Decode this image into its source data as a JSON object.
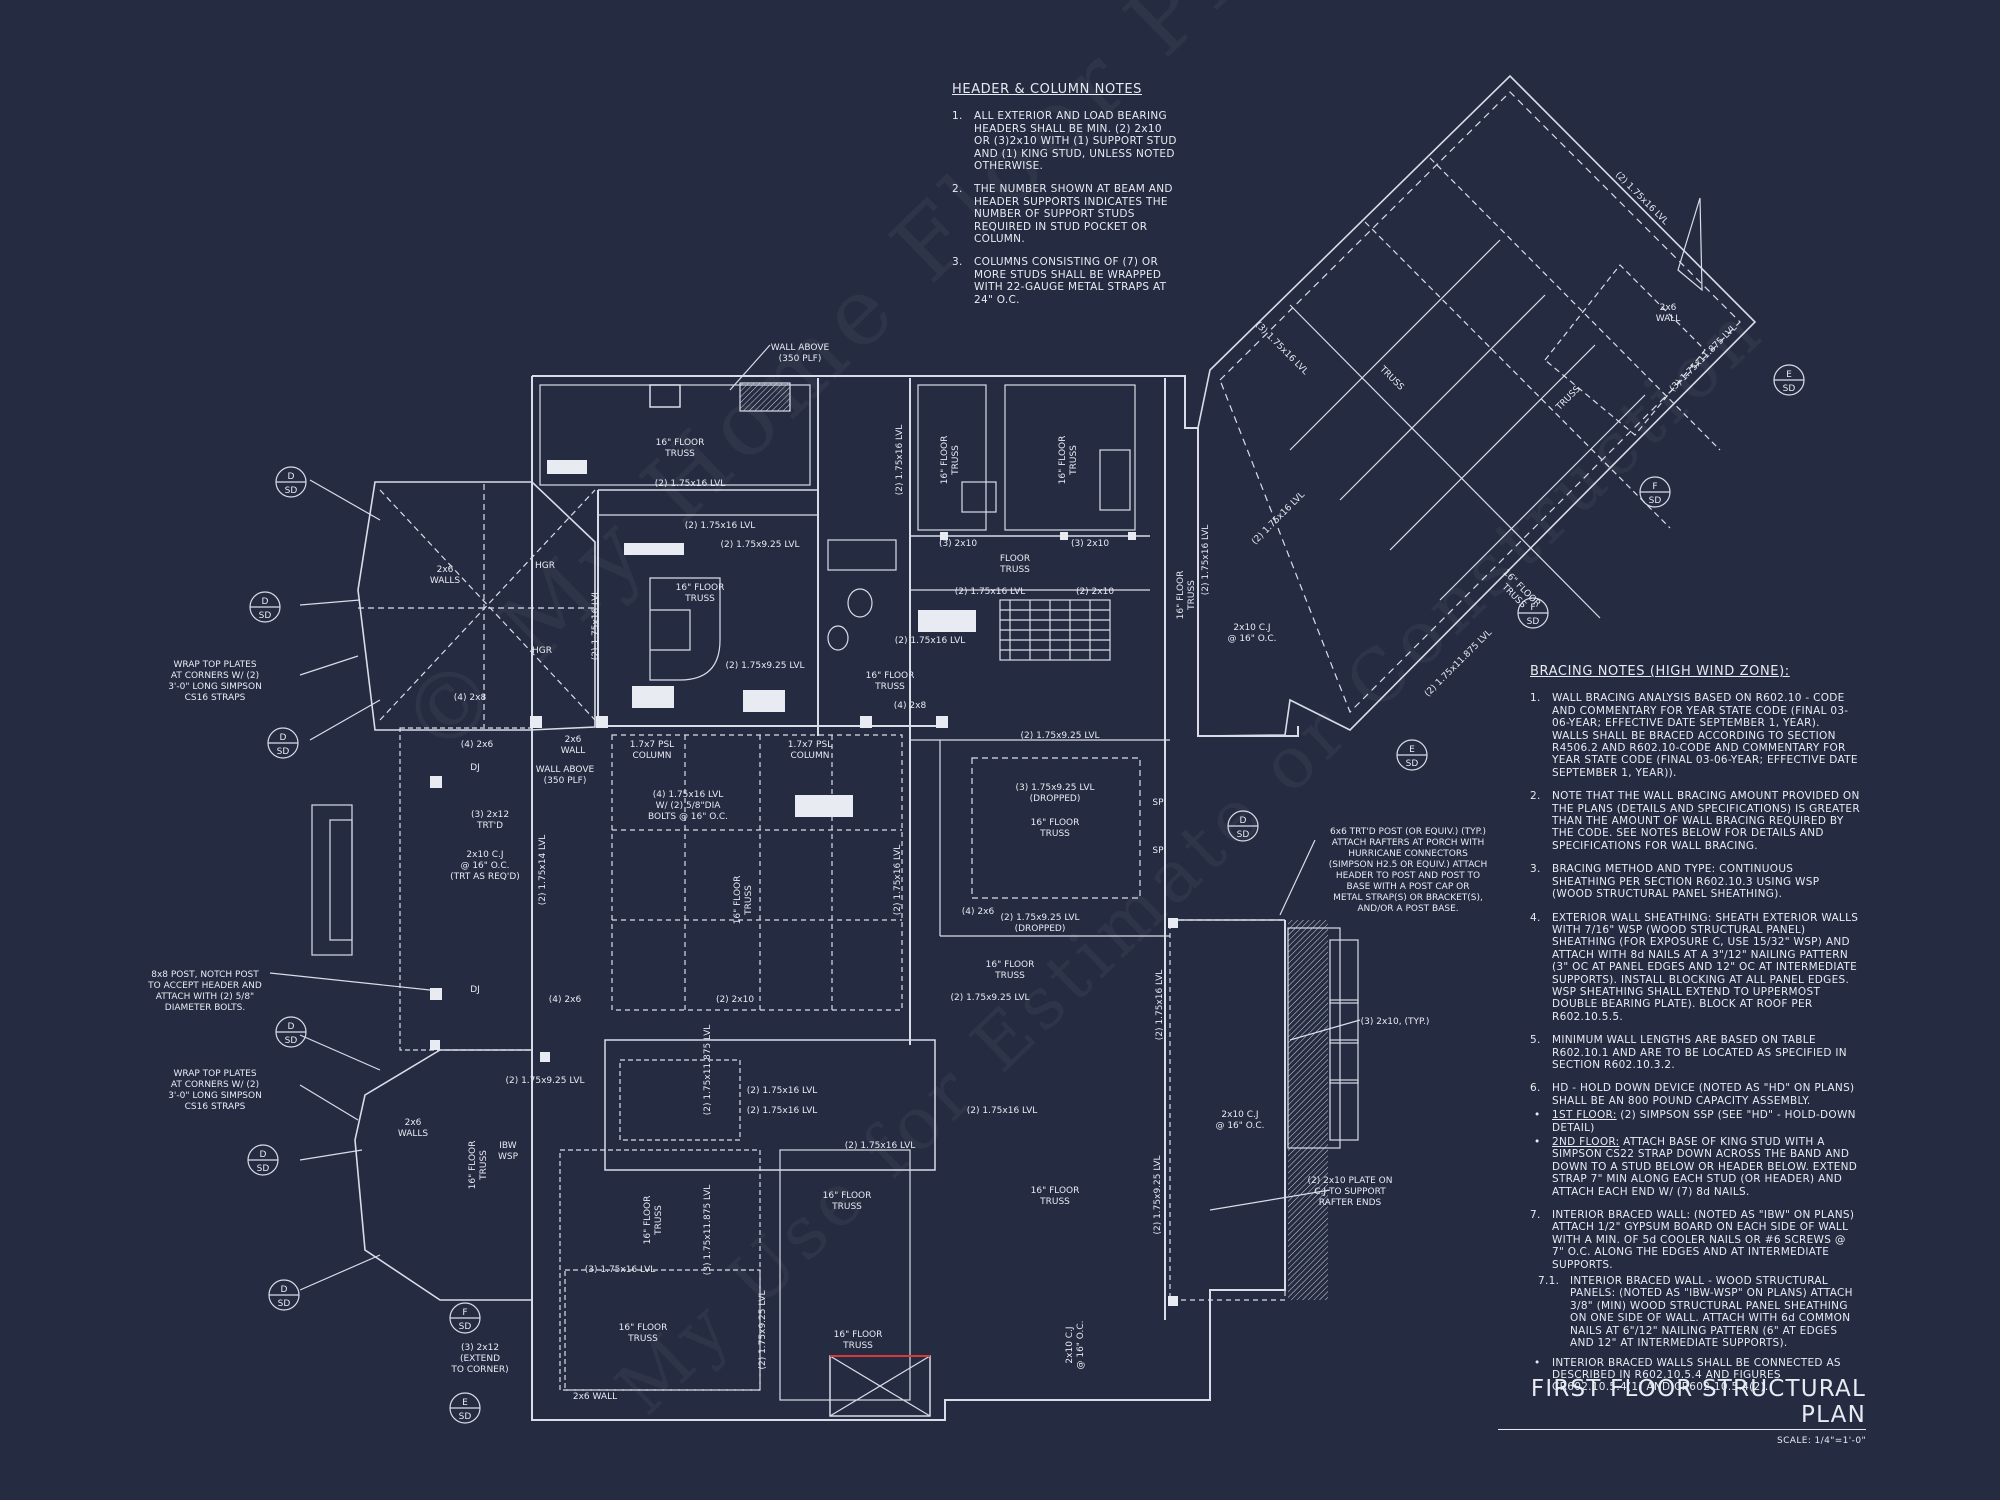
{
  "watermark": {
    "line1": "© My Home Floor Plans.com",
    "line2": "My Use for Estimate or Construction"
  },
  "header_notes": {
    "title": "HEADER & COLUMN NOTES",
    "items": [
      {
        "num": "1.",
        "text": "ALL EXTERIOR AND LOAD BEARING HEADERS SHALL BE MIN. (2) 2x10 OR (3)2x10 WITH (1) SUPPORT STUD AND (1) KING STUD, UNLESS NOTED OTHERWISE."
      },
      {
        "num": "2.",
        "text": "THE NUMBER SHOWN AT BEAM AND HEADER SUPPORTS INDICATES THE NUMBER OF SUPPORT STUDS REQUIRED IN STUD POCKET OR COLUMN."
      },
      {
        "num": "3.",
        "text": "COLUMNS CONSISTING OF (7) OR MORE STUDS SHALL BE WRAPPED WITH 22-GAUGE METAL STRAPS AT 24\" O.C."
      }
    ]
  },
  "bracing_notes": {
    "title": "BRACING NOTES (HIGH WIND ZONE):",
    "item1": "WALL BRACING ANALYSIS BASED ON R602.10 - CODE AND COMMENTARY FOR YEAR STATE CODE (FINAL 03-06-YEAR; EFFECTIVE DATE SEPTEMBER 1, YEAR). WALLS SHALL BE BRACED ACCORDING TO SECTION R4506.2 AND R602.10-CODE AND COMMENTARY FOR YEAR STATE CODE (FINAL 03-06-YEAR; EFFECTIVE DATE SEPTEMBER 1, YEAR)).",
    "item2": "NOTE THAT THE WALL BRACING AMOUNT PROVIDED ON THE PLANS (DETAILS AND SPECIFICATIONS) IS GREATER THAN THE AMOUNT OF WALL BRACING REQUIRED BY THE CODE. SEE NOTES BELOW FOR DETAILS AND SPECIFICATIONS FOR WALL BRACING.",
    "item3": "BRACING METHOD AND TYPE: CONTINUOUS SHEATHING PER SECTION R602.10.3 USING WSP (WOOD STRUCTURAL PANEL SHEATHING).",
    "item4": "EXTERIOR WALL SHEATHING: SHEATH EXTERIOR WALLS WITH 7/16\" WSP (WOOD STRUCTURAL PANEL) SHEATHING (FOR EXPOSURE C, USE 15/32\" WSP) AND ATTACH WITH 8d NAILS AT A 3\"/12\" NAILING PATTERN (3\" OC AT PANEL EDGES AND 12\" OC AT INTERMEDIATE SUPPORTS). INSTALL BLOCKING AT ALL PANEL EDGES. WSP SHEATHING SHALL EXTEND TO UPPERMOST DOUBLE BEARING PLATE). BLOCK AT ROOF PER R602.10.5.5.",
    "item5": "MINIMUM WALL LENGTHS ARE BASED ON TABLE R602.10.1 AND ARE TO BE LOCATED AS SPECIFIED IN SECTION R602.10.3.2.",
    "item6": "HD - HOLD DOWN DEVICE (NOTED AS \"HD\" ON PLANS) SHALL BE AN 800 POUND CAPACITY ASSEMBLY.",
    "item6a_label": "1ST FLOOR:",
    "item6a": "(2) SIMPSON SSP (SEE \"HD\" - HOLD-DOWN DETAIL)",
    "item6b_label": "2ND FLOOR:",
    "item6b": "ATTACH BASE OF KING STUD WITH A SIMPSON CS22 STRAP DOWN ACROSS THE BAND AND DOWN TO A STUD BELOW OR HEADER BELOW. EXTEND STRAP 7\" MIN ALONG EACH STUD (OR HEADER) AND ATTACH EACH END W/ (7) 8d NAILS.",
    "item7": "INTERIOR BRACED WALL: (NOTED AS \"IBW\" ON PLANS) ATTACH 1/2\" GYPSUM BOARD ON EACH SIDE OF WALL WITH A MIN. OF 5d COOLER NAILS OR #6 SCREWS @ 7\" O.C. ALONG THE EDGES AND AT INTERMEDIATE SUPPORTS.",
    "item71": "INTERIOR BRACED WALL - WOOD STRUCTURAL PANELS: (NOTED AS \"IBW-WSP\" ON PLANS) ATTACH 3/8\" (MIN) WOOD STRUCTURAL PANEL SHEATHING ON ONE SIDE OF WALL. ATTACH WITH 6d COMMON NAILS AT 6\"/12\" NAILING PATTERN (6\" AT EDGES AND 12\" AT INTERMEDIATE SUPPORTS).",
    "item7b": "INTERIOR BRACED WALLS SHALL BE CONNECTED AS DESCRIBED IN R602.10.5.4 AND FIGURES CR602.10.5.4(1) AND CR602.10.5.4(2)."
  },
  "title_block": {
    "title": "FIRST FLOOR STRUCTURAL PLAN",
    "scale": "SCALE: 1/4\"=1'-0\""
  },
  "plan_labels": {
    "wall_above_350": "WALL ABOVE\n(350 PLF)",
    "floor_truss_16": "16\" FLOOR\nTRUSS",
    "lvl_2_175x16": "(2) 1.75x16 LVL",
    "lvl_2_175x925": "(2) 1.75x9.25 LVL",
    "lvl_3_175x925_dropped": "(3) 1.75x9.25 LVL\n(DROPPED)",
    "lvl_2_175x925_dropped": "(2) 1.75x9.25 LVL\n(DROPPED)",
    "lvl_2_175x14": "(2) 1.75x14 LVL",
    "lvl_3_175x16": "(3) 1.75x16 LVL",
    "lvl_2_175x11875": "(2) 1.75x11.875 LVL",
    "lvl_3_175x11875": "(3) 1.75x11.875 LVL",
    "psl_col": "1.7x7 PSL\nCOLUMN",
    "x2x6_walls": "2x6\nWALLS",
    "x2x6_wall": "2x6\nWALL",
    "x4_2x8": "(4) 2x8",
    "x4_2x6": "(4) 2x6",
    "x3_2x10": "(3) 2x10",
    "x2_2x10": "(2) 2x10",
    "x3_2x10_typ": "(3) 2x10, (TYP.)",
    "x3_2x12_trtd": "(3) 2x12\nTRT'D",
    "x3_2x12_extend": "(3) 2x12\n(EXTEND\nTO CORNER)",
    "cj_2x10_16": "2x10 C.J\n@ 16\" O.C.",
    "cj_2x10_16_trt": "2x10 C.J\n@ 16\" O.C.\n(TRT AS REQ'D)",
    "bolts": "(4) 1.75x16 LVL\nW/ (2) 5/8\"DIA\nBOLTS @ 16\" O.C.",
    "wrap_plates": "WRAP TOP PLATES\nAT CORNERS W/ (2)\n3'-0\" LONG SIMPSON\nCS16 STRAPS",
    "post_8x8": "8x8 POST, NOTCH POST\nTO ACCEPT HEADER AND\nATTACH WITH (2) 5/8\"\nDIAMETER BOLTS.",
    "post_6x6": "6x6 TRT'D POST (OR EQUIV.) (TYP.)\nATTACH RAFTERS AT PORCH WITH\nHURRICANE CONNECTORS\n(SIMPSON H2.5 OR EQUIV.) ATTACH\nHEADER TO POST AND POST TO\nBASE WITH A POST CAP OR\nMETAL STRAP(S) OR BRACKET(S),\nAND/OR A POST BASE.",
    "plate_2x10": "(2) 2x10 PLATE ON\nC.J TO SUPPORT\nRAFTER ENDS",
    "wall_2x6": "2x6 WALL",
    "truss": "TRUSS",
    "hgr": "HGR",
    "dj": "DJ",
    "sp": "SP",
    "ibw": "IBW\nWSP",
    "extend_corners": "(EXTEND TO CORNERS)",
    "floor_truss": "FLOOR\nTRUSS",
    "lvl_2_175x16_diag": "(2) 1.75x16 LVL",
    "lvl_3_175x16_diag": "(3) 1.75x16 LVL",
    "lvl_3_175x11875_diag": "(3) 1.75x11.875 LVL",
    "lvl_2_175x11875_diag": "(2) 1.75x11.875 LVL",
    "lvl": "LVL"
  },
  "section_markers": [
    {
      "top": "D",
      "bottom": "SD"
    },
    {
      "top": "E",
      "bottom": "SD"
    },
    {
      "top": "F",
      "bottom": "SD"
    }
  ],
  "colors": {
    "background": "#252b40",
    "line": "#d9dde8",
    "accent_red": "#d63a3a"
  }
}
